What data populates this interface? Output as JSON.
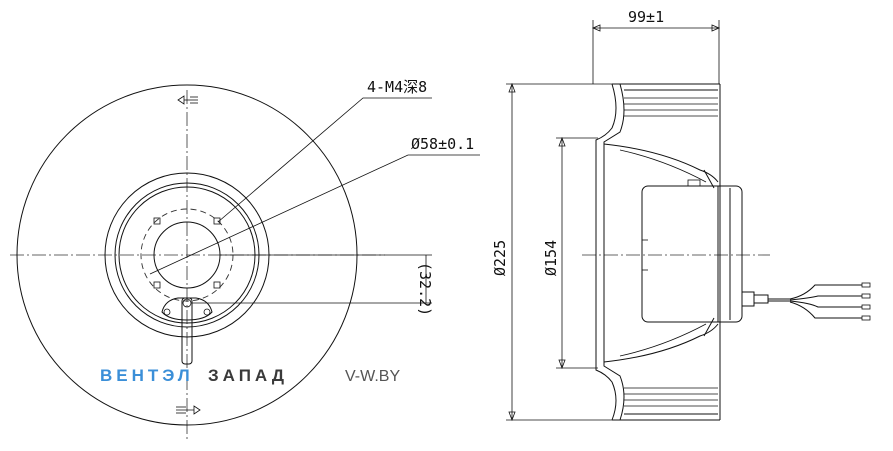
{
  "front_view": {
    "thread_callout": "4-M4深8",
    "diameter_58": "Ø58±0.1",
    "dim_32": "(32.2)"
  },
  "side_view": {
    "width_dim": "99±1",
    "diameter_225": "Ø225",
    "diameter_154": "Ø154"
  },
  "watermark": {
    "part1": "ВЕНТЭЛ",
    "part2": "ЗАПАД",
    "part3": "V-W.BY",
    "color_primary": "#3b8fd8",
    "color_secondary": "#3a3a3a"
  }
}
